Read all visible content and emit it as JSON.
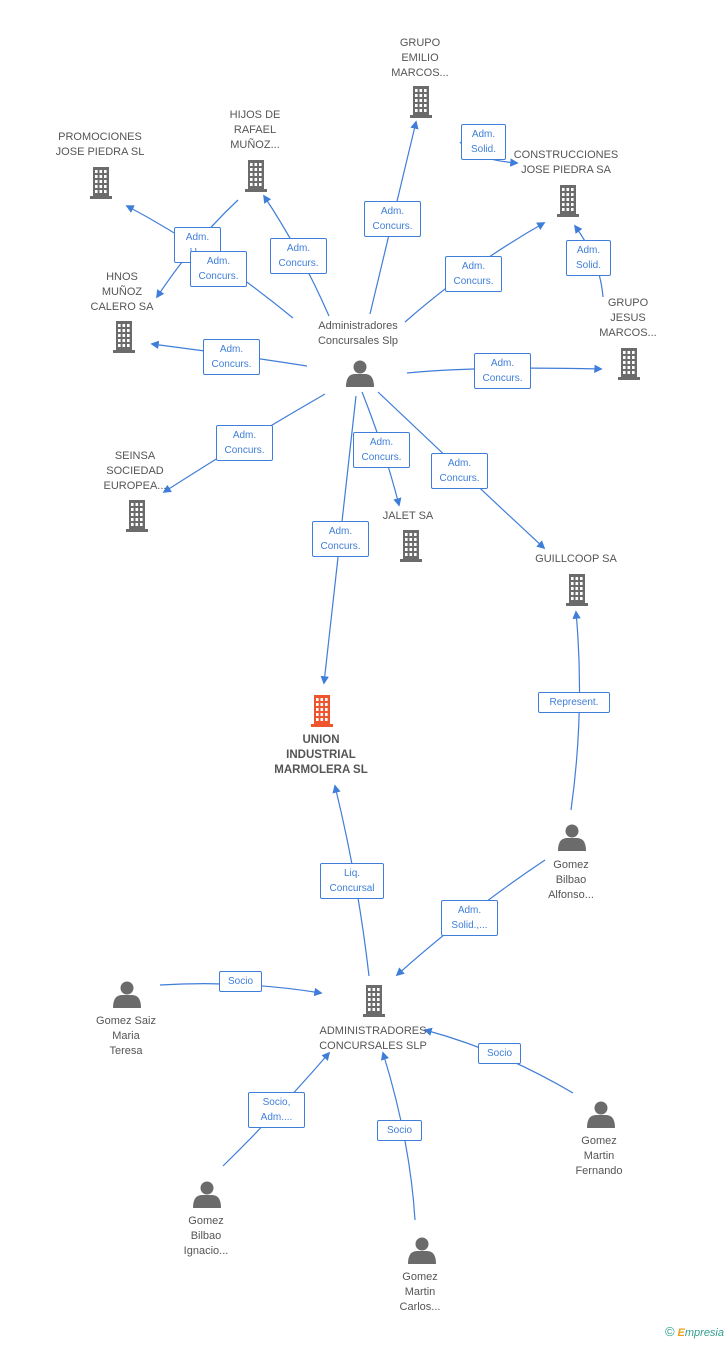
{
  "colors": {
    "edge": "#3f7ed8",
    "company_icon": "#6b6b6b",
    "focus_icon": "#f0542d",
    "person_icon": "#6b6b6b",
    "label_text": "#555555"
  },
  "nodes": {
    "grupo_emilio": {
      "label": "GRUPO\nEMILIO\nMARCOS...",
      "kind": "company"
    },
    "hijos_rafael": {
      "label": "HIJOS DE\nRAFAEL\nMUÑOZ...",
      "kind": "company"
    },
    "promociones_jose": {
      "label": "PROMOCIONES\nJOSE PIEDRA SL",
      "kind": "company"
    },
    "construcciones_jose": {
      "label": "CONSTRUCCIONES\nJOSE PIEDRA SA",
      "kind": "company"
    },
    "hnos_munoz": {
      "label": "HNOS\nMUÑOZ\nCALERO SA",
      "kind": "company"
    },
    "grupo_jesus": {
      "label": "GRUPO\nJESUS\nMARCOS...",
      "kind": "company"
    },
    "admin_slp_person": {
      "label": "Administradores\nConcursales Slp",
      "kind": "person"
    },
    "seinsa": {
      "label": "SEINSA\nSOCIEDAD\nEUROPEA...",
      "kind": "company"
    },
    "jalet": {
      "label": "JALET SA",
      "kind": "company"
    },
    "guillcoop": {
      "label": "GUILLCOOP SA",
      "kind": "company"
    },
    "union_industrial": {
      "label": "UNION\nINDUSTRIAL\nMARMOLERA SL",
      "kind": "focus"
    },
    "gomez_alfonso": {
      "label": "Gomez\nBilbao\nAlfonso...",
      "kind": "person"
    },
    "gomez_saiz": {
      "label": "Gomez Saiz\nMaria\nTeresa",
      "kind": "person"
    },
    "admin_slp_company": {
      "label": "ADMINISTRADORES\nCONCURSALES SLP",
      "kind": "company"
    },
    "gomez_fernando": {
      "label": "Gomez\nMartin\nFernando",
      "kind": "person"
    },
    "gomez_ignacio": {
      "label": "Gomez\nBilbao\nIgnacio...",
      "kind": "person"
    },
    "gomez_carlos": {
      "label": "Gomez\nMartin\nCarlos...",
      "kind": "person"
    }
  },
  "edges": [
    {
      "id": "e1",
      "label": "Adm.\nSolid."
    },
    {
      "id": "e2",
      "label": "Adm.\nSolid."
    },
    {
      "id": "e3",
      "label": "Adm.\nConcurs."
    },
    {
      "id": "e4",
      "label": "Adm.\nU..."
    },
    {
      "id": "e5",
      "label": "Adm.\nConcurs."
    },
    {
      "id": "e6",
      "label": "Adm.\nConcurs."
    },
    {
      "id": "e7",
      "label": "Adm.\nConcurs."
    },
    {
      "id": "e8",
      "label": "Adm.\nConcurs."
    },
    {
      "id": "e9",
      "label": "Adm.\nConcurs."
    },
    {
      "id": "e10",
      "label": "Adm.\nConcurs."
    },
    {
      "id": "e11",
      "label": "Adm.\nConcurs."
    },
    {
      "id": "e12",
      "label": "Adm.\nConcurs."
    },
    {
      "id": "e13",
      "label": "Adm.\nConcurs."
    },
    {
      "id": "e14",
      "label": "Represent."
    },
    {
      "id": "e15",
      "label": "Liq.\nConcursal"
    },
    {
      "id": "e16",
      "label": "Adm.\nSolid.,..."
    },
    {
      "id": "e17",
      "label": "Socio"
    },
    {
      "id": "e18",
      "label": "Socio"
    },
    {
      "id": "e19",
      "label": "Socio,\nAdm...."
    },
    {
      "id": "e20",
      "label": "Socio"
    }
  ],
  "brand": {
    "copyright": "©",
    "e": "E",
    "rest": "mpresia"
  }
}
